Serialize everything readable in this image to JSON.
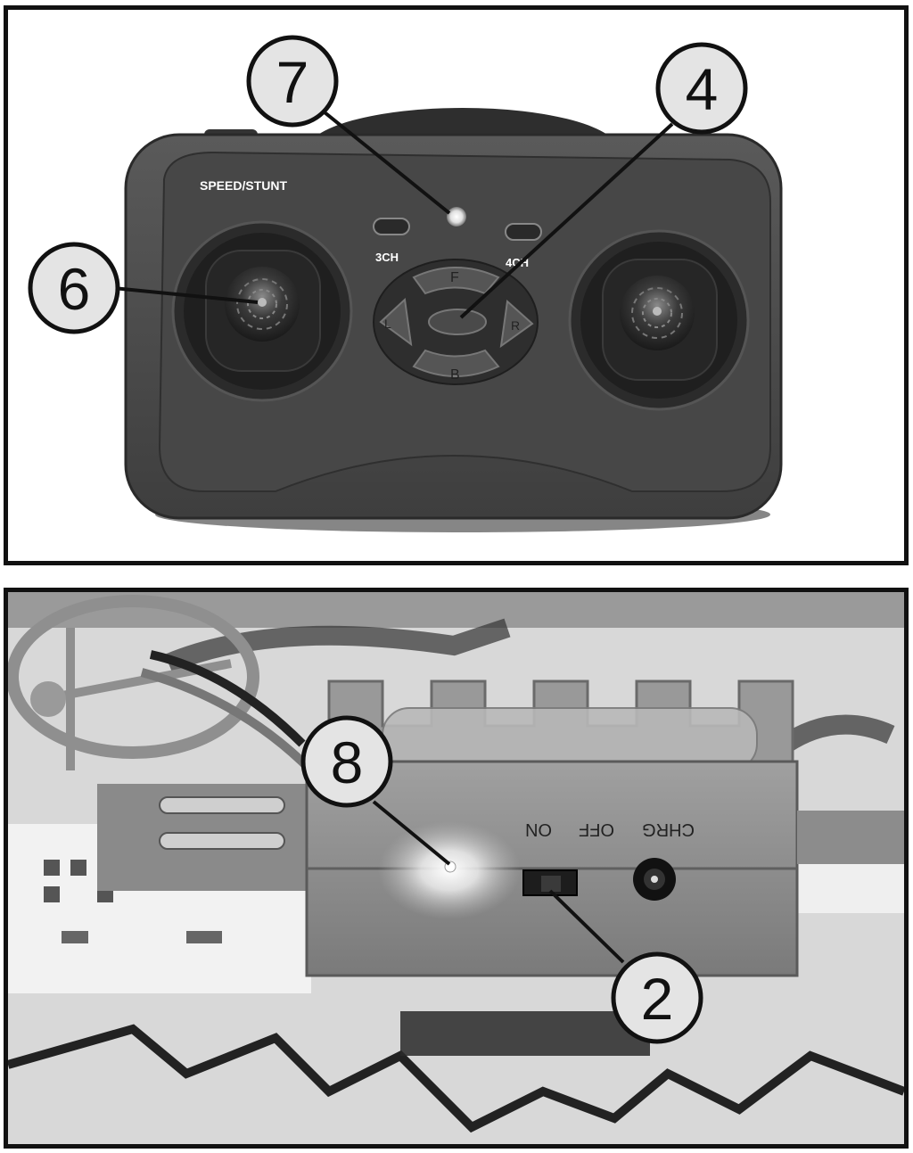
{
  "figure": {
    "top_photo": {
      "subject": "remote-control-transmitter",
      "printed_labels": {
        "speed_stunt": "SPEED/STUNT",
        "ch3": "3CH",
        "ch4": "4CH",
        "forward": "F",
        "back": "B",
        "left": "L",
        "right": "R"
      },
      "callouts": [
        {
          "id": "callout-7",
          "label": "7"
        },
        {
          "id": "callout-4",
          "label": "4"
        },
        {
          "id": "callout-6",
          "label": "6"
        }
      ]
    },
    "bottom_photo": {
      "subject": "vehicle-battery-box-with-switch",
      "printed_labels": {
        "on": "ON",
        "off": "OFF",
        "chrg": "CHRG"
      },
      "callouts": [
        {
          "id": "callout-8",
          "label": "8"
        },
        {
          "id": "callout-2",
          "label": "2"
        }
      ]
    }
  },
  "colors": {
    "frame": "#111111",
    "callout_fill": "#e4e4e4",
    "controller_body": "#4a4a4a",
    "controller_face": "#3a3a3a",
    "battery_box": "#8c8c8c"
  }
}
